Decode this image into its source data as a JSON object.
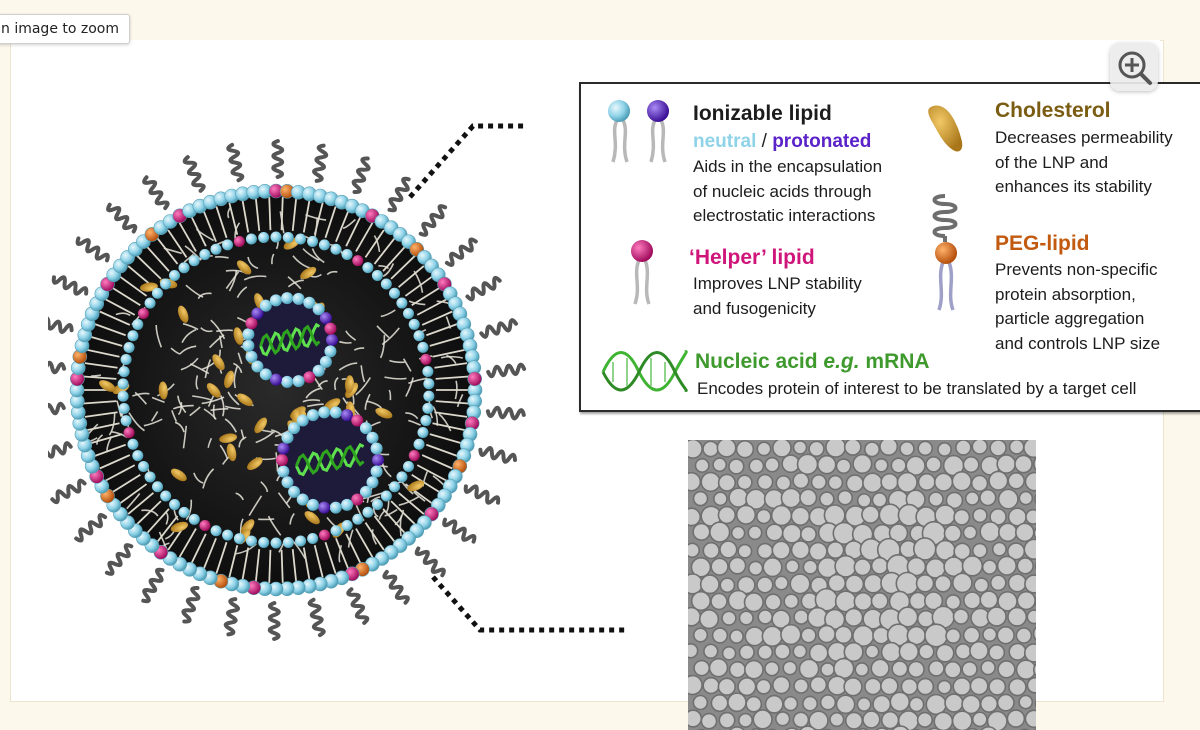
{
  "viewer": {
    "zoom_hint": "n image to zoom"
  },
  "legend": {
    "ionizable_title": "Ionizable lipid",
    "neutral": "neutral",
    "slash": " / ",
    "protonated": "protonated",
    "ionizable_desc": [
      "Aids in the encapsulation",
      "of nucleic acids through",
      "electrostatic interactions"
    ],
    "helper_title": "‘Helper’ lipid",
    "helper_desc": [
      "Improves LNP stability",
      "and fusogenicity"
    ],
    "cholesterol_title": "Cholesterol",
    "cholesterol_desc": [
      "Decreases permeability",
      "of the LNP and",
      "enhances its stability"
    ],
    "peg_title": "PEG-lipid",
    "peg_desc": [
      "Prevents non-specific",
      "protein absorption,",
      "particle aggregation",
      "and controls LNP size"
    ],
    "nucleic_title_prefix": "Nucleic acid ",
    "nucleic_title_eg": "e.g.",
    "nucleic_title_suffix": " mRNA",
    "nucleic_desc": "Encodes protein of interest to be translated by a target cell"
  },
  "colors": {
    "neutral_head": "#8fd3e8",
    "protonated_head": "#5a22c8",
    "helper_head": "#d0157a",
    "cholesterol": "#d4a232",
    "peg_head": "#e07020",
    "peg_title": "#c25a10",
    "cholesterol_title": "#7a5c12",
    "nucleic": "#3fb332",
    "tail": "#bdbdbd"
  }
}
